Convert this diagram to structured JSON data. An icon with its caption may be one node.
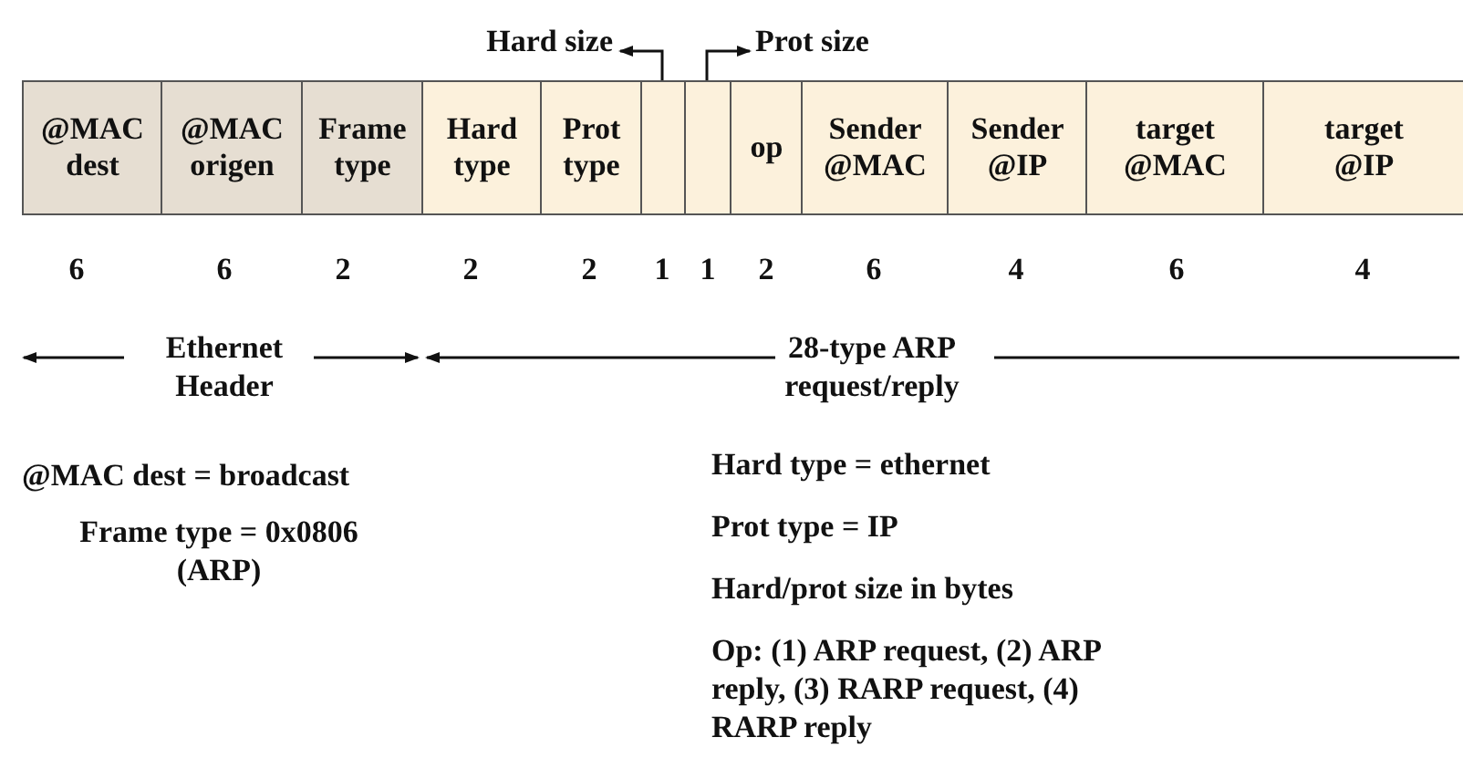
{
  "diagram": {
    "nodes": [
      {
        "text": [
          "@MAC dest"
        ]
      },
      {
        "text": [
          "@MAC origen"
        ]
      },
      {
        "text": [
          "Frame type"
        ]
      },
      {
        "text": [
          "Hard type"
        ]
      },
      {
        "text": [
          "Prot type"
        ]
      },
      {
        "text": [],
        "shape": "box"
      },
      {
        "text": [],
        "shape": "box"
      },
      {
        "text": [
          "op"
        ]
      },
      {
        "text": [
          "Sender @MAC"
        ]
      },
      {
        "text": [
          "Sender @IP"
        ]
      },
      {
        "text": [
          "target @MAC"
        ]
      },
      {
        "text": [
          "target @IP"
        ]
      },
      {
        "text": [
          "Hard size"
        ]
      },
      {
        "text": [
          "Prot size"
        ]
      }
    ],
    "edges": [
      {
        "from": 5,
        "to": 12,
        "arrow": "to"
      },
      {
        "from": 6,
        "to": 13,
        "arrow": "to"
      }
    ],
    "labels": [
      "6",
      "6",
      "2",
      "2",
      "2",
      "1",
      "1",
      "2",
      "6",
      "4",
      "6",
      "4",
      "Ethernet Header",
      "28-type ARP request/reply",
      "@MAC dest = broadcast",
      "Frame type = 0x0806 (ARP)",
      "Hard type = ethernet",
      "Prot type = IP",
      "Hard/prot size in bytes",
      "Op: (1) ARP request, (2) ARP reply, (3) RARP request, (4) RARP reply"
    ]
  }
}
